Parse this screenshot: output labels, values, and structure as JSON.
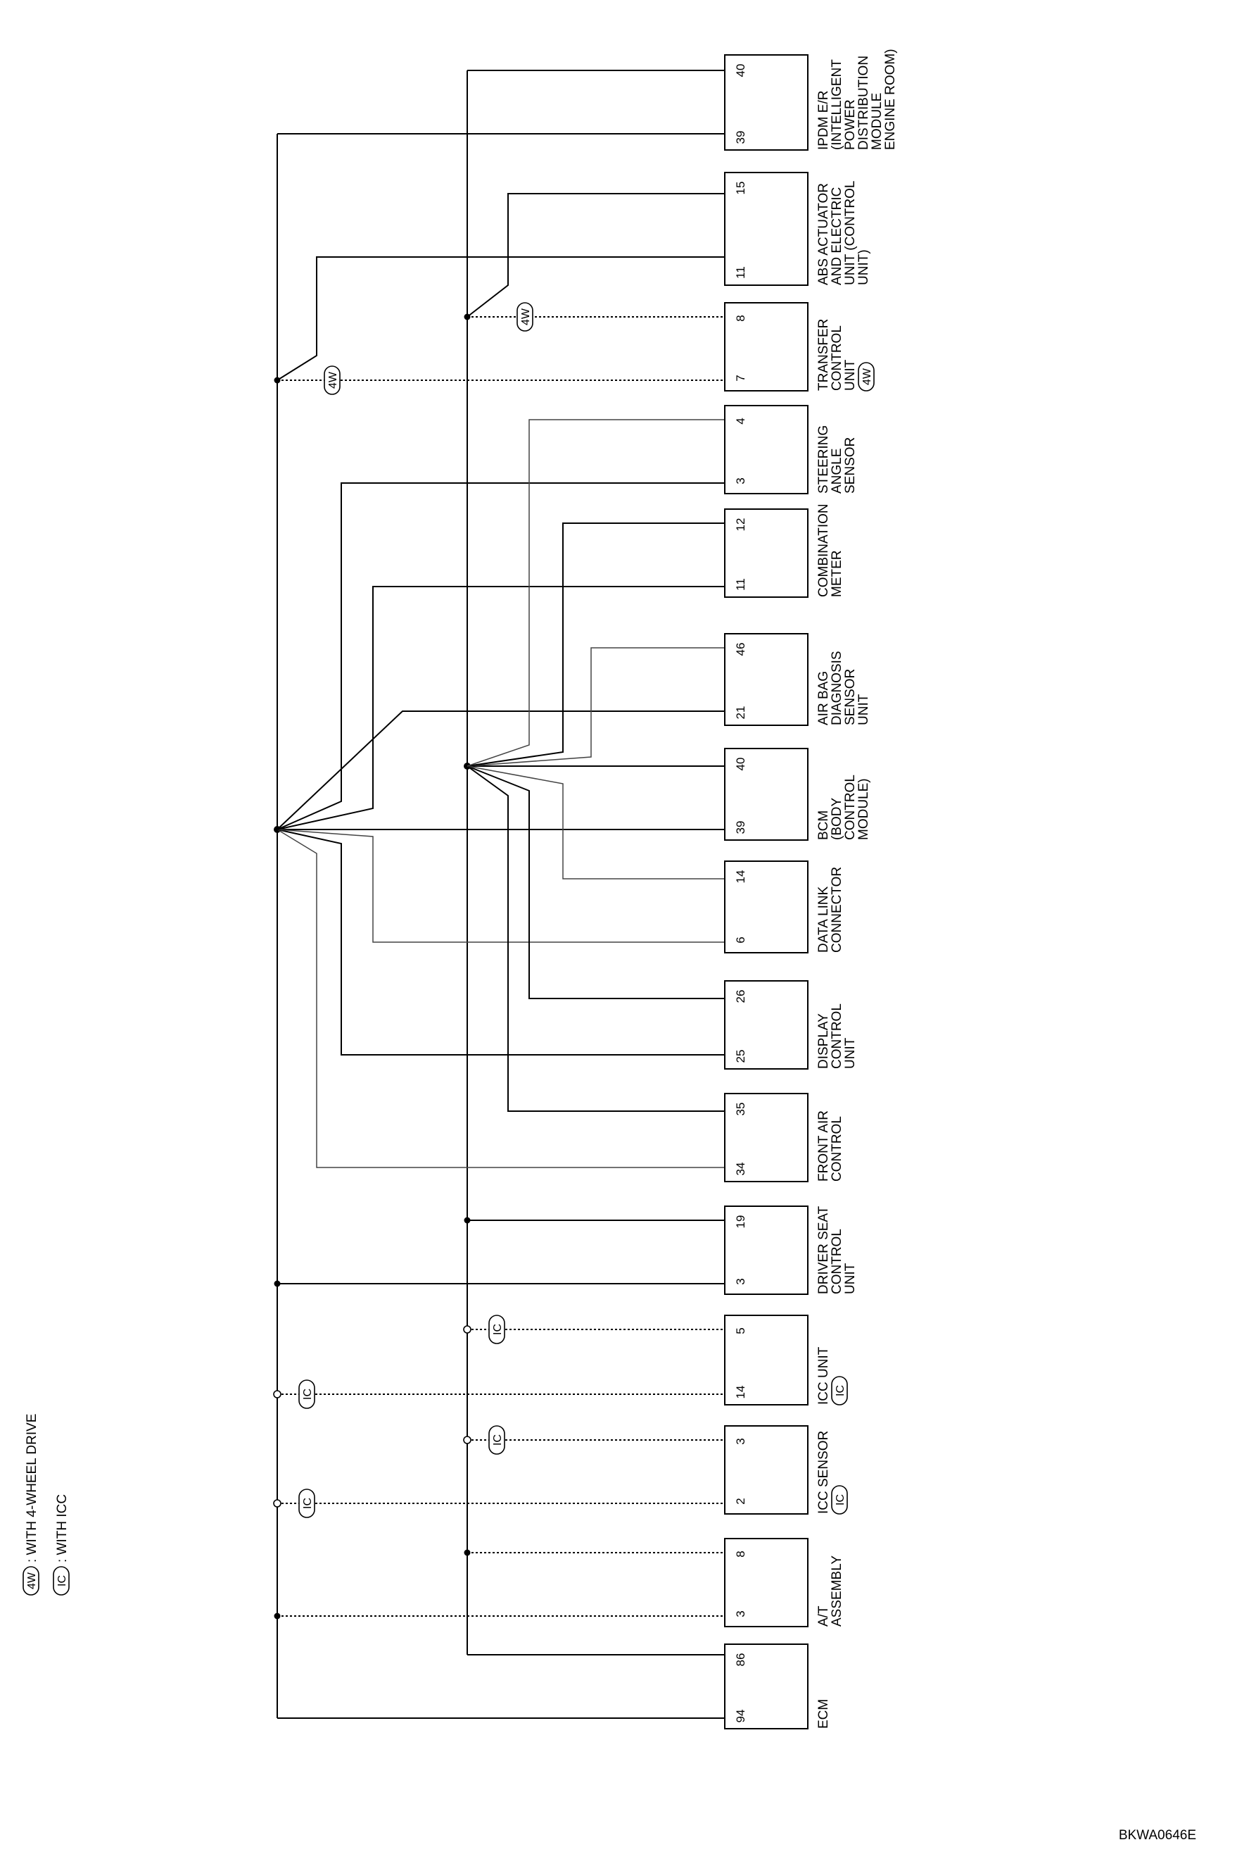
{
  "legend": [
    {
      "badge": "4W",
      "text": ": WITH 4-WHEEL DRIVE"
    },
    {
      "badge": "IC",
      "text": ": WITH ICC"
    }
  ],
  "components": [
    {
      "id": "ecm",
      "name_lines": [
        "ECM"
      ],
      "pins": [
        "94",
        "86"
      ]
    },
    {
      "id": "at",
      "name_lines": [
        "A/T",
        "ASSEMBLY"
      ],
      "pins": [
        "3",
        "8"
      ]
    },
    {
      "id": "iccs",
      "name_lines": [
        "ICC SENSOR"
      ],
      "pins": [
        "2",
        "3"
      ],
      "badge": "IC"
    },
    {
      "id": "iccu",
      "name_lines": [
        "ICC UNIT"
      ],
      "pins": [
        "14",
        "5"
      ],
      "badge": "IC"
    },
    {
      "id": "dscu",
      "name_lines": [
        "DRIVER SEAT",
        "CONTROL",
        "UNIT"
      ],
      "pins": [
        "3",
        "19"
      ]
    },
    {
      "id": "fac",
      "name_lines": [
        "FRONT AIR",
        "CONTROL"
      ],
      "pins": [
        "34",
        "35"
      ]
    },
    {
      "id": "dcu",
      "name_lines": [
        "DISPLAY",
        "CONTROL",
        "UNIT"
      ],
      "pins": [
        "25",
        "26"
      ]
    },
    {
      "id": "dlc",
      "name_lines": [
        "DATA LINK",
        "CONNECTOR"
      ],
      "pins": [
        "6",
        "14"
      ]
    },
    {
      "id": "bcm",
      "name_lines": [
        "BCM",
        "(BODY",
        "CONTROL",
        "MODULE)"
      ],
      "pins": [
        "39",
        "40"
      ]
    },
    {
      "id": "abd",
      "name_lines": [
        "AIR BAG",
        "DIAGNOSIS",
        "SENSOR",
        "UNIT"
      ],
      "pins": [
        "21",
        "46"
      ]
    },
    {
      "id": "cm",
      "name_lines": [
        "COMBINATION",
        "METER"
      ],
      "pins": [
        "11",
        "12"
      ]
    },
    {
      "id": "sas",
      "name_lines": [
        "STEERING",
        "ANGLE",
        "SENSOR"
      ],
      "pins": [
        "3",
        "4"
      ]
    },
    {
      "id": "tcu",
      "name_lines": [
        "TRANSFER",
        "CONTROL",
        "UNIT"
      ],
      "pins": [
        "7",
        "8"
      ],
      "badge": "4W"
    },
    {
      "id": "abs",
      "name_lines": [
        "ABS ACTUATOR",
        "AND ELECTRIC",
        "UNIT (CONTROL",
        "UNIT)"
      ],
      "pins": [
        "11",
        "15"
      ]
    },
    {
      "id": "ipdm",
      "name_lines": [
        "IPDM E/R",
        "(INTELLIGENT",
        "POWER",
        "DISTRIBUTION",
        "MODULE",
        "ENGINE ROOM)"
      ],
      "pins": [
        "39",
        "40"
      ]
    }
  ],
  "wire_badges": [
    "4W",
    "4W",
    "IC",
    "IC",
    "IC",
    "IC"
  ],
  "reference": "BKWA0646E"
}
